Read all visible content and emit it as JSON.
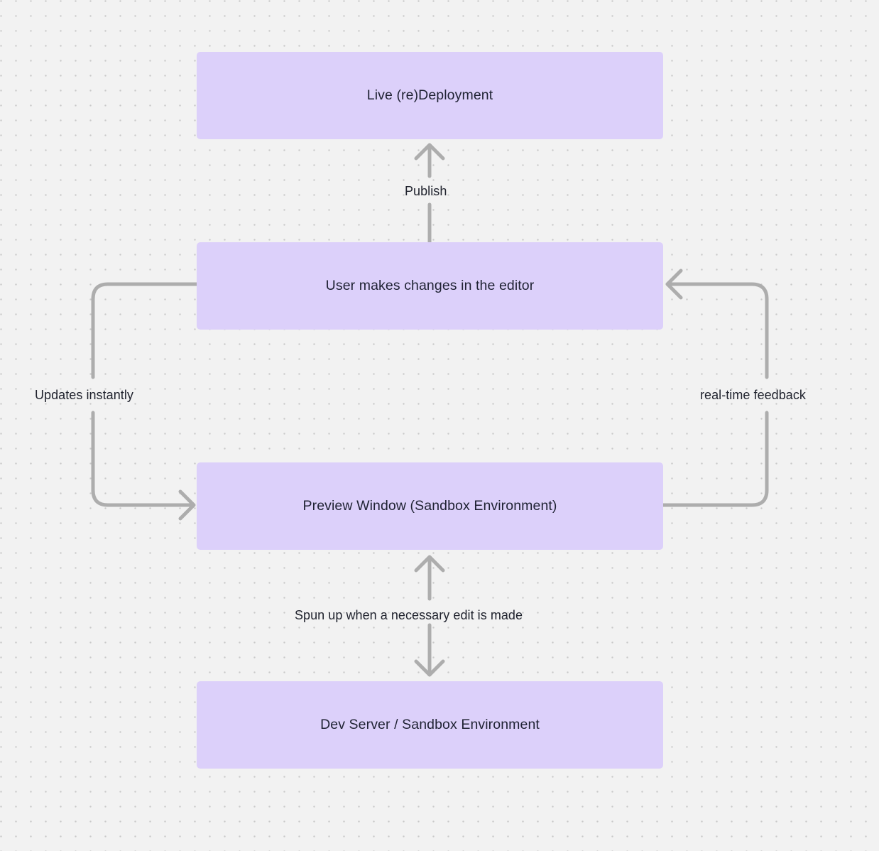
{
  "diagram": {
    "type": "flowchart",
    "background_color": "#f2f2f2",
    "node_fill_color": "#dcd0fa",
    "node_text_color": "#1f2233",
    "edge_color": "#adadad",
    "nodes": [
      {
        "id": "live",
        "label": "Live (re)Deployment"
      },
      {
        "id": "user",
        "label": "User makes changes in the editor"
      },
      {
        "id": "preview",
        "label": "Preview Window (Sandbox Environment)"
      },
      {
        "id": "devserver",
        "label": "Dev Server / Sandbox Environment"
      }
    ],
    "edges": [
      {
        "id": "publish",
        "from": "user",
        "to": "live",
        "label": "Publish",
        "direction": "up"
      },
      {
        "id": "updates",
        "from": "user",
        "to": "preview",
        "label": "Updates instantly",
        "direction": "left-loop-down"
      },
      {
        "id": "realtime",
        "from": "preview",
        "to": "user",
        "label": "real-time feedback",
        "direction": "right-loop-up"
      },
      {
        "id": "spunup",
        "from": "preview",
        "to": "devserver",
        "label": "Spun up when a necessary edit is made",
        "direction": "bidirectional"
      }
    ]
  }
}
